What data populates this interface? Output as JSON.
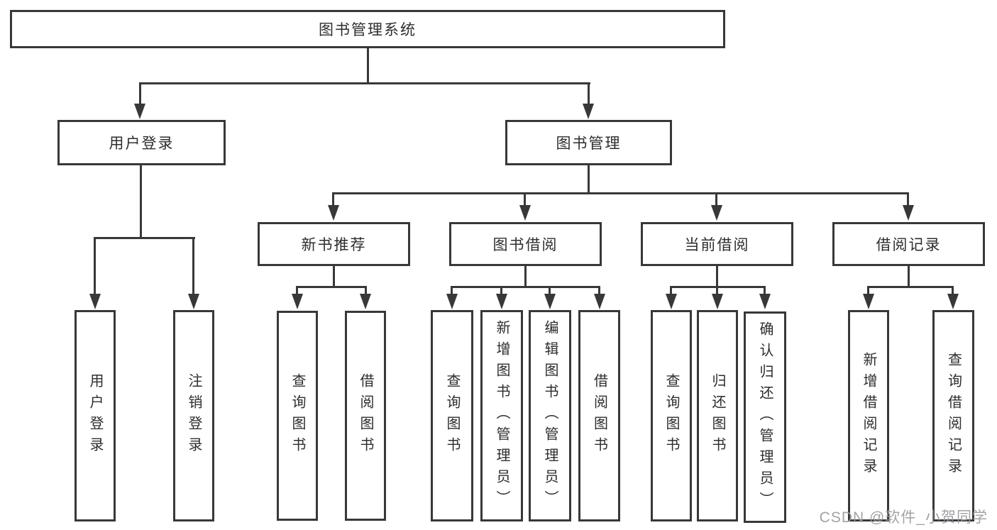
{
  "diagram": {
    "root": {
      "label": "图书管理系统"
    },
    "branches": [
      {
        "label": "用户登录",
        "children": [
          {
            "label": "用户登录"
          },
          {
            "label": "注销登录"
          }
        ]
      },
      {
        "label": "图书管理",
        "children": [
          {
            "label": "新书推荐",
            "children": [
              {
                "label": "查询图书"
              },
              {
                "label": "借阅图书"
              }
            ]
          },
          {
            "label": "图书借阅",
            "children": [
              {
                "label": "查询图书"
              },
              {
                "label": "新增图书（管理员）"
              },
              {
                "label": "编辑图书（管理员）"
              },
              {
                "label": "借阅图书"
              }
            ]
          },
          {
            "label": "当前借阅",
            "children": [
              {
                "label": "查询图书"
              },
              {
                "label": "归还图书"
              },
              {
                "label": "确认归还（管理员）"
              }
            ]
          },
          {
            "label": "借阅记录",
            "children": [
              {
                "label": "新增借阅记录"
              },
              {
                "label": "查询借阅记录"
              }
            ]
          }
        ]
      }
    ]
  },
  "watermark": {
    "text": "CSDN @软件_小贺同学",
    "color": "#9b9ba1"
  },
  "colors": {
    "line": "#383838",
    "box_border": "#383838",
    "text": "#2d2d2d",
    "background": "#ffffff"
  }
}
